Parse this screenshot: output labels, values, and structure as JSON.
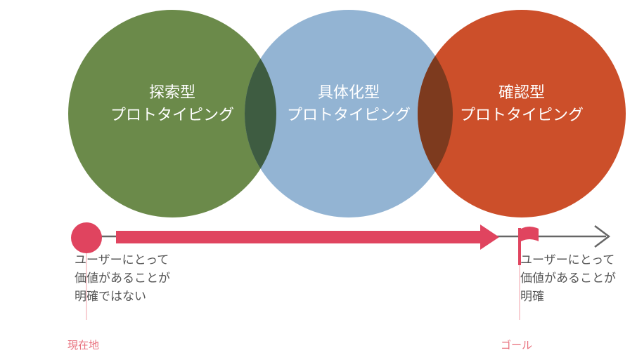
{
  "circles": [
    {
      "line1": "探索型",
      "line2": "プロトタイピング",
      "color": "#6b8a4a"
    },
    {
      "line1": "具体化型",
      "line2": "プロトタイピング",
      "color": "#93b4d3"
    },
    {
      "line1": "確認型",
      "line2": "プロトタイピング",
      "color": "#cc4f2a"
    }
  ],
  "overlap_colors": {
    "left": "#3e5c41",
    "right": "#7d3a1e"
  },
  "start_note": {
    "line1": "ユーザーにとって",
    "line2": "価値があることが",
    "line3": "明確ではない"
  },
  "goal_note": {
    "line1": "ユーザーにとって",
    "line2": "価値があることが",
    "line3": "明確"
  },
  "markers": {
    "start": "現在地",
    "goal": "ゴール"
  },
  "colors": {
    "progress": "#e0445f",
    "axis": "#666666",
    "marker_text": "#e8707d",
    "tick": "#f0a0a8"
  }
}
